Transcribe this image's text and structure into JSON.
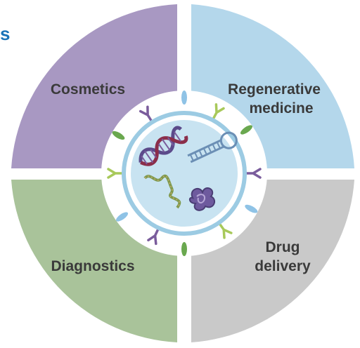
{
  "corner_text": "s",
  "quadrants": {
    "top_left": {
      "lines": [
        "Cosmetics"
      ],
      "color": "#a898c2"
    },
    "top_right": {
      "lines": [
        "Regenerative",
        "medicine"
      ],
      "color": "#b4d7eb"
    },
    "bottom_left": {
      "lines": [
        "Diagnostics"
      ],
      "color": "#a9c39a"
    },
    "bottom_right": {
      "lines": [
        "Drug",
        "delivery"
      ],
      "color": "#c9c9c9"
    }
  },
  "center": {
    "ring_color": "#ffffff",
    "core_color": "#c8e3f1",
    "core_outline": "#9ccbe3",
    "cargo_icons": [
      "dna-double-helix-icon",
      "rna-hairpin-icon",
      "single-strand-rna-icon",
      "protein-icon"
    ]
  },
  "surface_markers": {
    "colors": {
      "purple": "#7a5c9c",
      "green": "#6aa84f",
      "lime": "#a8c95a",
      "blue": "#8fc3e6"
    }
  }
}
